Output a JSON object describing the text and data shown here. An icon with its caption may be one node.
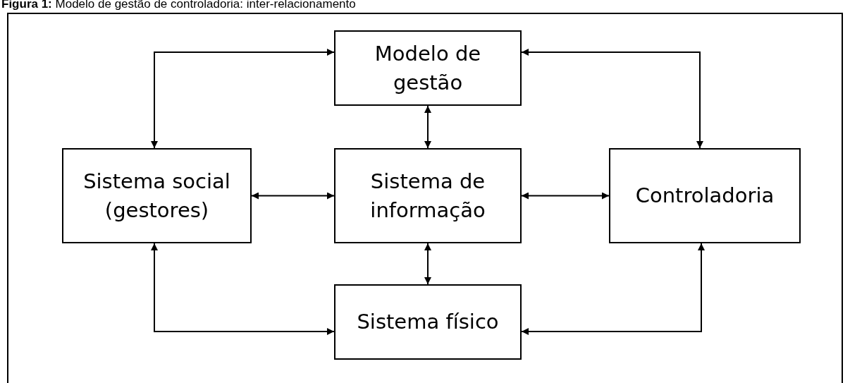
{
  "diagram": {
    "title": "**Figura 1:** Modelo de gestão de controladoria: inter-relacionamento",
    "nodes": [
      {
        "text": [
          "Modelo de gestão"
        ]
      },
      {
        "text": [
          "Sistema social (gestores)"
        ]
      },
      {
        "text": [
          "Sistema de informação"
        ]
      },
      {
        "text": [
          "Controladoria"
        ]
      },
      {
        "text": [
          "Sistema físico"
        ]
      }
    ],
    "edges": [
      {
        "from": 1,
        "to": 0,
        "arrow": "both"
      },
      {
        "from": 0,
        "to": 3,
        "arrow": "both"
      },
      {
        "from": 0,
        "to": 2,
        "arrow": "both"
      },
      {
        "from": 1,
        "to": 2,
        "arrow": "both"
      },
      {
        "from": 2,
        "to": 3,
        "arrow": "both"
      },
      {
        "from": 2,
        "to": 4,
        "arrow": "both"
      },
      {
        "from": 1,
        "to": 4,
        "arrow": "both"
      },
      {
        "from": 3,
        "to": 4,
        "arrow": "both"
      }
    ]
  }
}
